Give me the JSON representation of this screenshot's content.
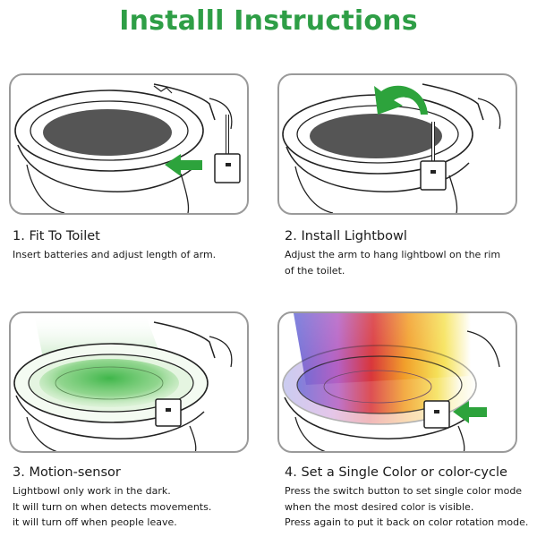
{
  "title": "Installl Instructions",
  "colors": {
    "title": "#2e9e46",
    "arrow": "#2da33c",
    "border": "#9a9a9a"
  },
  "steps": [
    {
      "heading": "1. Fit To Toilet",
      "lines": [
        "Insert batteries and adjust length of arm."
      ]
    },
    {
      "heading": "2. Install Lightbowl",
      "lines": [
        "Adjust the arm to hang lightbowl on the rim",
        "of the toilet."
      ]
    },
    {
      "heading": "3. Motion-sensor",
      "lines": [
        "Lightbowl only work in the dark.",
        "It will turn on when detects movements.",
        "it will turn off when people leave."
      ]
    },
    {
      "heading": "4. Set a Single Color or color-cycle",
      "lines": [
        "Press the switch button to set single color mode",
        "when the most desired color is visible.",
        "Press again to put it back on color rotation mode."
      ]
    }
  ]
}
